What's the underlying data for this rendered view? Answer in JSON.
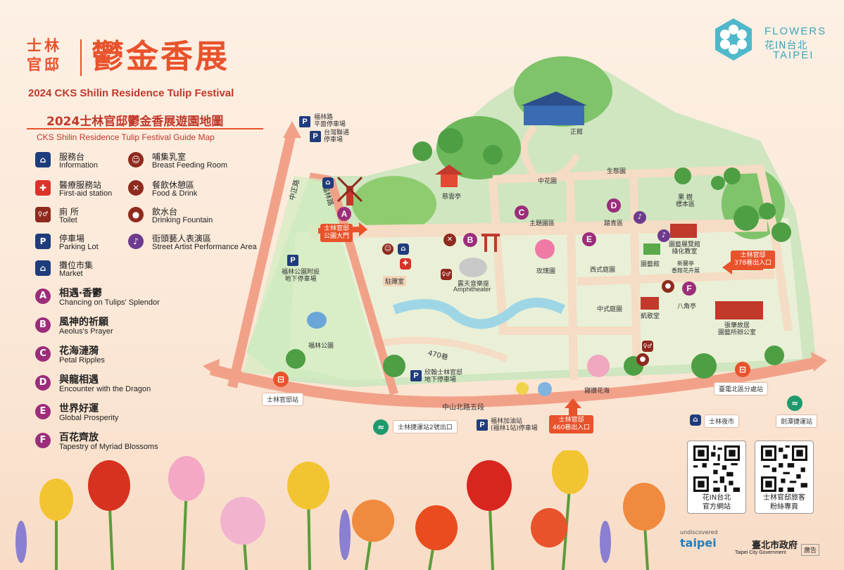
{
  "header": {
    "brand_small": "士林官邸",
    "brand_big": "鬱金香展",
    "brand_en": "2024 CKS Shilin Residence Tulip Festival",
    "map_title": "2024士林官邸鬱金香展遊園地圖",
    "map_title_en": "CKS Shilin Residence Tulip Festival Guide Map"
  },
  "logo": {
    "line1": "FLOWERS",
    "line2": "花IN台北",
    "line3": "TAIPEI"
  },
  "legend": {
    "facilities": [
      {
        "zh": "服務台",
        "en": "Information",
        "icon": "information-icon",
        "color": "#1f3c7c",
        "glyph": "⌂"
      },
      {
        "zh": "醫療服務站",
        "en": "First-aid station",
        "icon": "first-aid-icon",
        "color": "#d9322b",
        "glyph": "✚"
      },
      {
        "zh": "廁 所",
        "en": "Toilet",
        "icon": "toilet-icon",
        "color": "#8e2a1e",
        "glyph": "♀♂"
      },
      {
        "zh": "停車場",
        "en": "Parking Lot",
        "icon": "parking-icon",
        "color": "#1f3c7c",
        "glyph": "P"
      },
      {
        "zh": "攤位市集",
        "en": "Market",
        "icon": "market-icon",
        "color": "#1f3c7c",
        "glyph": "⌂"
      },
      {
        "zh": "哺集乳室",
        "en": "Breast Feeding Room",
        "icon": "breast-feeding-icon",
        "color": "#8e2a1e",
        "glyph": "☺"
      },
      {
        "zh": "餐飲休憩區",
        "en": "Food & Drink",
        "icon": "food-drink-icon",
        "color": "#8e2a1e",
        "glyph": "✕"
      },
      {
        "zh": "飲水台",
        "en": "Drinking Fountain",
        "icon": "drinking-fountain-icon",
        "color": "#8e2a1e",
        "glyph": "●"
      },
      {
        "zh": "街頭藝人表演區",
        "en": "Street Artist Performance Area",
        "icon": "street-artist-icon",
        "color": "#6d3b8e",
        "glyph": "♪"
      }
    ],
    "zones": [
      {
        "letter": "A",
        "zh": "相遇‧香鬱",
        "en": "Chancing on Tulips' Splendor"
      },
      {
        "letter": "B",
        "zh": "風神的祈願",
        "en": "Aeolus's Prayer"
      },
      {
        "letter": "C",
        "zh": "花海漣漪",
        "en": "Petal Ripples"
      },
      {
        "letter": "D",
        "zh": "與龍相遇",
        "en": "Encounter with the Dragon"
      },
      {
        "letter": "E",
        "zh": "世界好運",
        "en": "Global Prosperity"
      },
      {
        "letter": "F",
        "zh": "百花齊放",
        "en": "Tapestry of Myriad Blossoms"
      }
    ]
  },
  "map": {
    "roads": {
      "zhongzheng": "中正路",
      "fulin": "福林路",
      "zhongshan": "中山北路五段",
      "lane470": "470巷"
    },
    "parking": {
      "fulin_surface": "福林路\n平面停車場",
      "taiwan_lianton": "台灣聯通\n停車場",
      "fulin_park": "福林公園附設\n地下停車場",
      "xinhan": "欣翰士林官邸\n地下停車場",
      "fulin_gas": "福林加油站\n(福林1站)停車場"
    },
    "places": {
      "main_gate": "士林官邸\n公園大門",
      "ciyun_pavilion": "慈雲亭",
      "zhengguan": "正館",
      "central_garden": "中花園",
      "ecology_garden": "生態園",
      "fruit_area": "果 樹\n標本區",
      "theme_garden": "主題園區",
      "tapestry_garden": "踏青區",
      "rose_garden": "玫瑰園",
      "western_garden": "西式庭園",
      "gardening_hall": "園藝館",
      "exhibition": "園藝展覽館\n綠化教室",
      "xinlan_pavilion": "新蘭亭\n香館花卉展",
      "amphitheater_zh": "露天音樂座",
      "amphitheater_en": "Amphitheater",
      "zhaolu": "駐蹕室",
      "fulin_park": "福林公園",
      "chinese_garden": "中式庭園",
      "kaige_hall": "凱歌堂",
      "octagon_pavilion": "八角亭",
      "zhangzhao": "張肇故居\n園藝所辦公室",
      "lane378": "士林官邸\n378巷出入口",
      "lane460": "士林官邸\n460巷出入口",
      "flower_sea": "寢讚花海",
      "shilin_station": "士林官邸站",
      "taidian_station": "臺電北區分處站",
      "mrt_shilin_exit2": "士林捷運站2號出口",
      "shilin_night_market": "士林夜市",
      "mrt_jiantan": "劍潭捷運站"
    }
  },
  "qr": [
    {
      "label": "花IN台北\n官方網站"
    },
    {
      "label": "士林官邸旅客\n粉絲專頁"
    }
  ],
  "footer": {
    "undiscovered": "undiscovered",
    "taipei": "taipei",
    "government_zh": "臺北市政府",
    "government_en": "Taipei City Government",
    "ad": "廣告"
  }
}
